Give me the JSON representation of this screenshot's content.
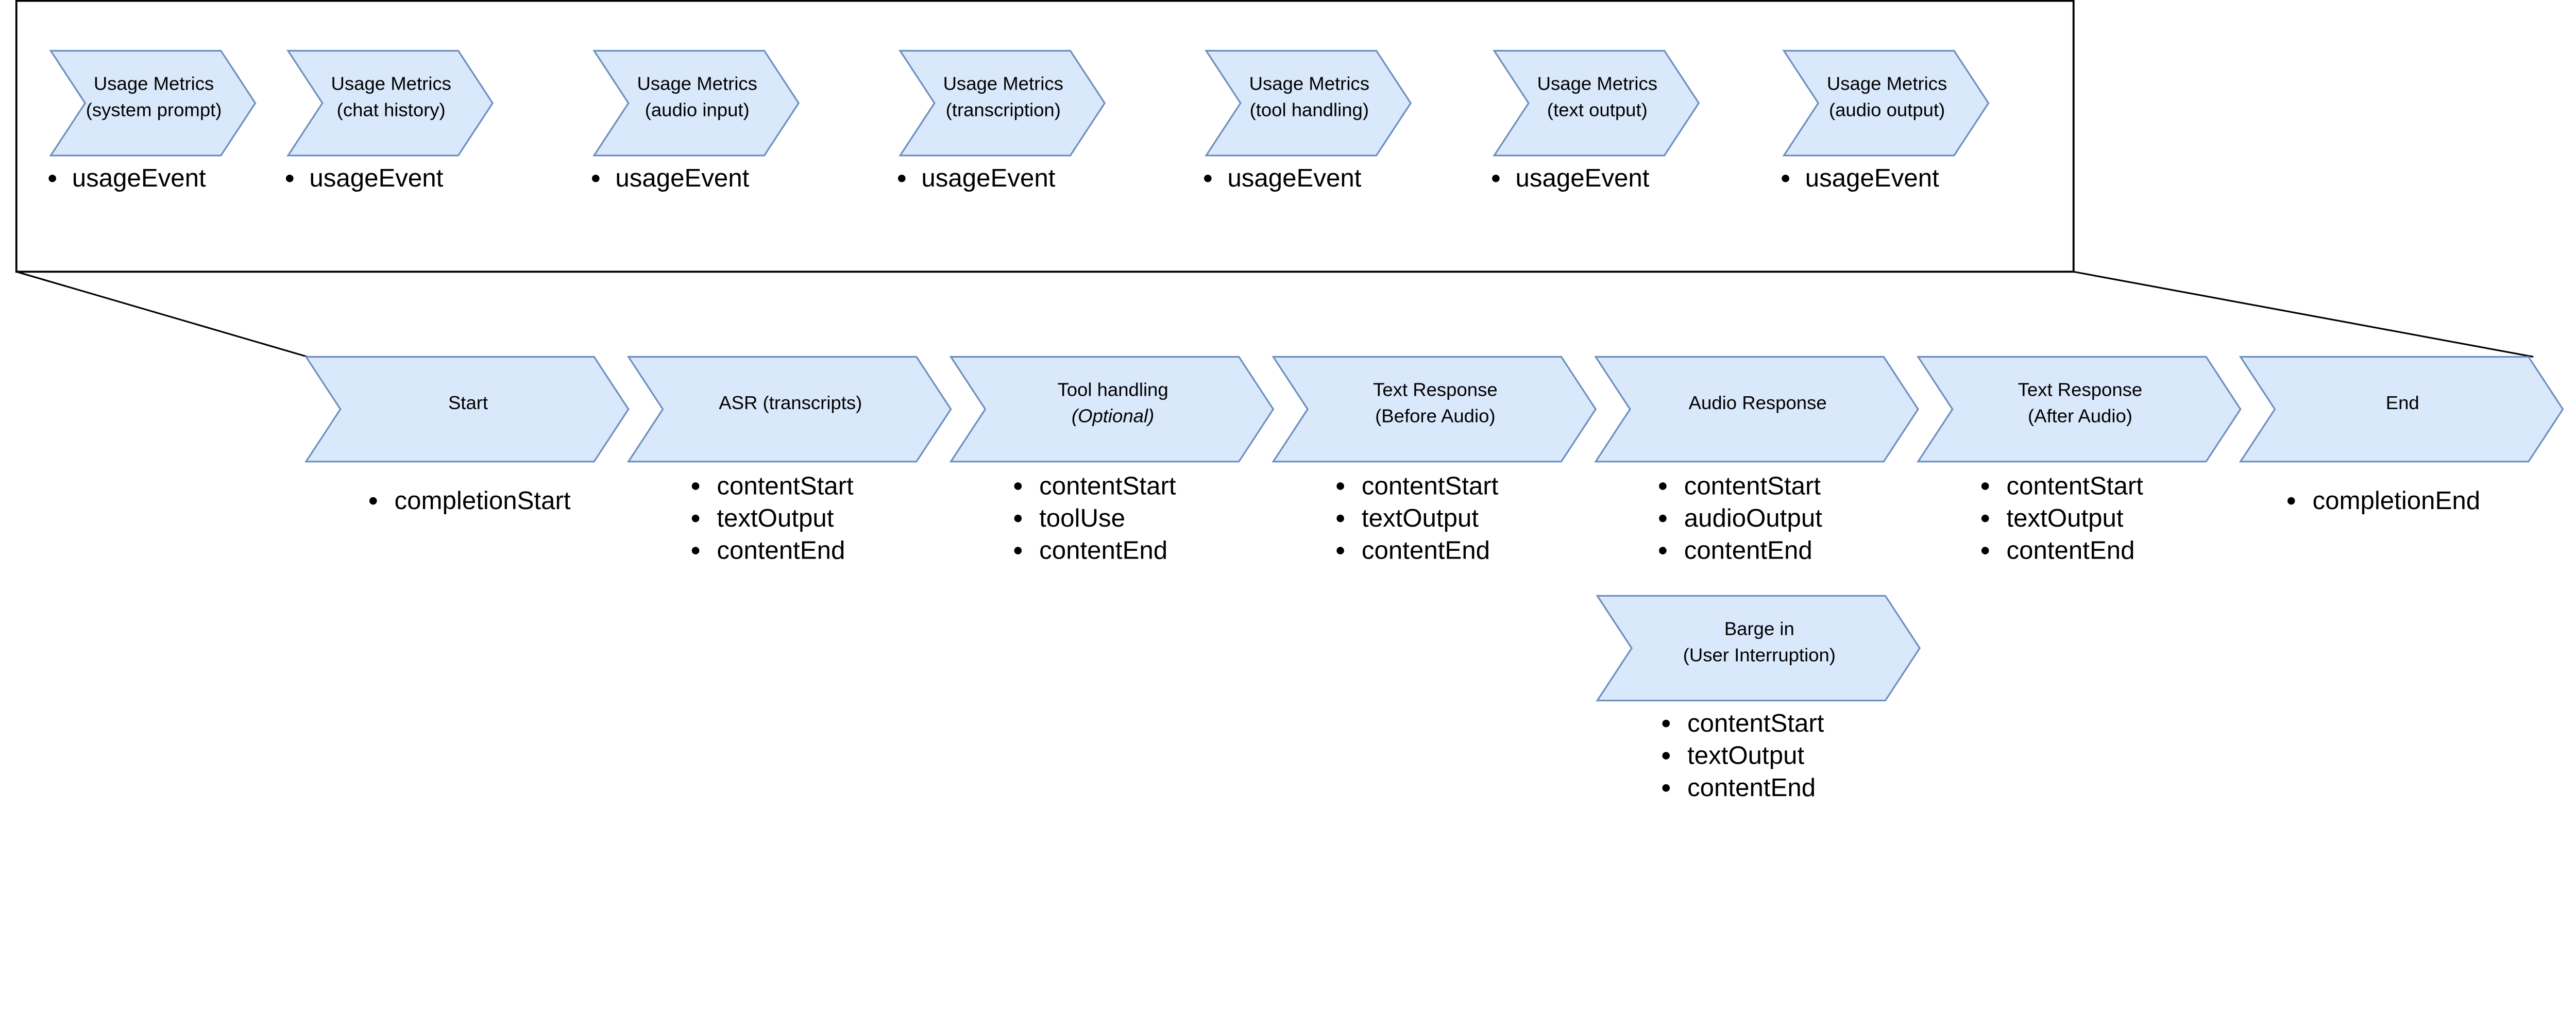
{
  "colors": {
    "chevron_fill": "#dae8fc",
    "chevron_stroke": "#6c8ebf",
    "frame": "#000000"
  },
  "usage_metrics": [
    {
      "title": [
        "Usage Metrics",
        "(system prompt)"
      ],
      "events": [
        "usageEvent"
      ]
    },
    {
      "title": [
        "Usage Metrics",
        "(chat history)"
      ],
      "events": [
        "usageEvent"
      ]
    },
    {
      "title": [
        "Usage Metrics",
        "(audio input)"
      ],
      "events": [
        "usageEvent"
      ]
    },
    {
      "title": [
        "Usage Metrics",
        "(transcription)"
      ],
      "events": [
        "usageEvent"
      ]
    },
    {
      "title": [
        "Usage Metrics",
        "(tool handling)"
      ],
      "events": [
        "usageEvent"
      ]
    },
    {
      "title": [
        "Usage Metrics",
        "(text output)"
      ],
      "events": [
        "usageEvent"
      ]
    },
    {
      "title": [
        "Usage Metrics",
        "(audio output)"
      ],
      "events": [
        "usageEvent"
      ]
    }
  ],
  "stages": [
    {
      "title": [
        "Start"
      ],
      "events": [
        "completionStart"
      ]
    },
    {
      "title": [
        "ASR (transcripts)"
      ],
      "events": [
        "contentStart",
        "textOutput",
        "contentEnd"
      ]
    },
    {
      "title": [
        "Tool handling",
        "(Optional)"
      ],
      "italic_second_line": true,
      "events": [
        "contentStart",
        "toolUse",
        "contentEnd"
      ]
    },
    {
      "title": [
        "Text Response",
        "(Before Audio)"
      ],
      "events": [
        "contentStart",
        "textOutput",
        "contentEnd"
      ]
    },
    {
      "title": [
        "Audio Response"
      ],
      "events": [
        "contentStart",
        "audioOutput",
        "contentEnd"
      ]
    },
    {
      "title": [
        "Text Response",
        "(After Audio)"
      ],
      "events": [
        "contentStart",
        "textOutput",
        "contentEnd"
      ]
    },
    {
      "title": [
        "End"
      ],
      "events": [
        "completionEnd"
      ]
    }
  ],
  "barge_in": {
    "title": [
      "Barge in",
      "(User Interruption)"
    ],
    "events": [
      "contentStart",
      "textOutput",
      "contentEnd"
    ]
  }
}
